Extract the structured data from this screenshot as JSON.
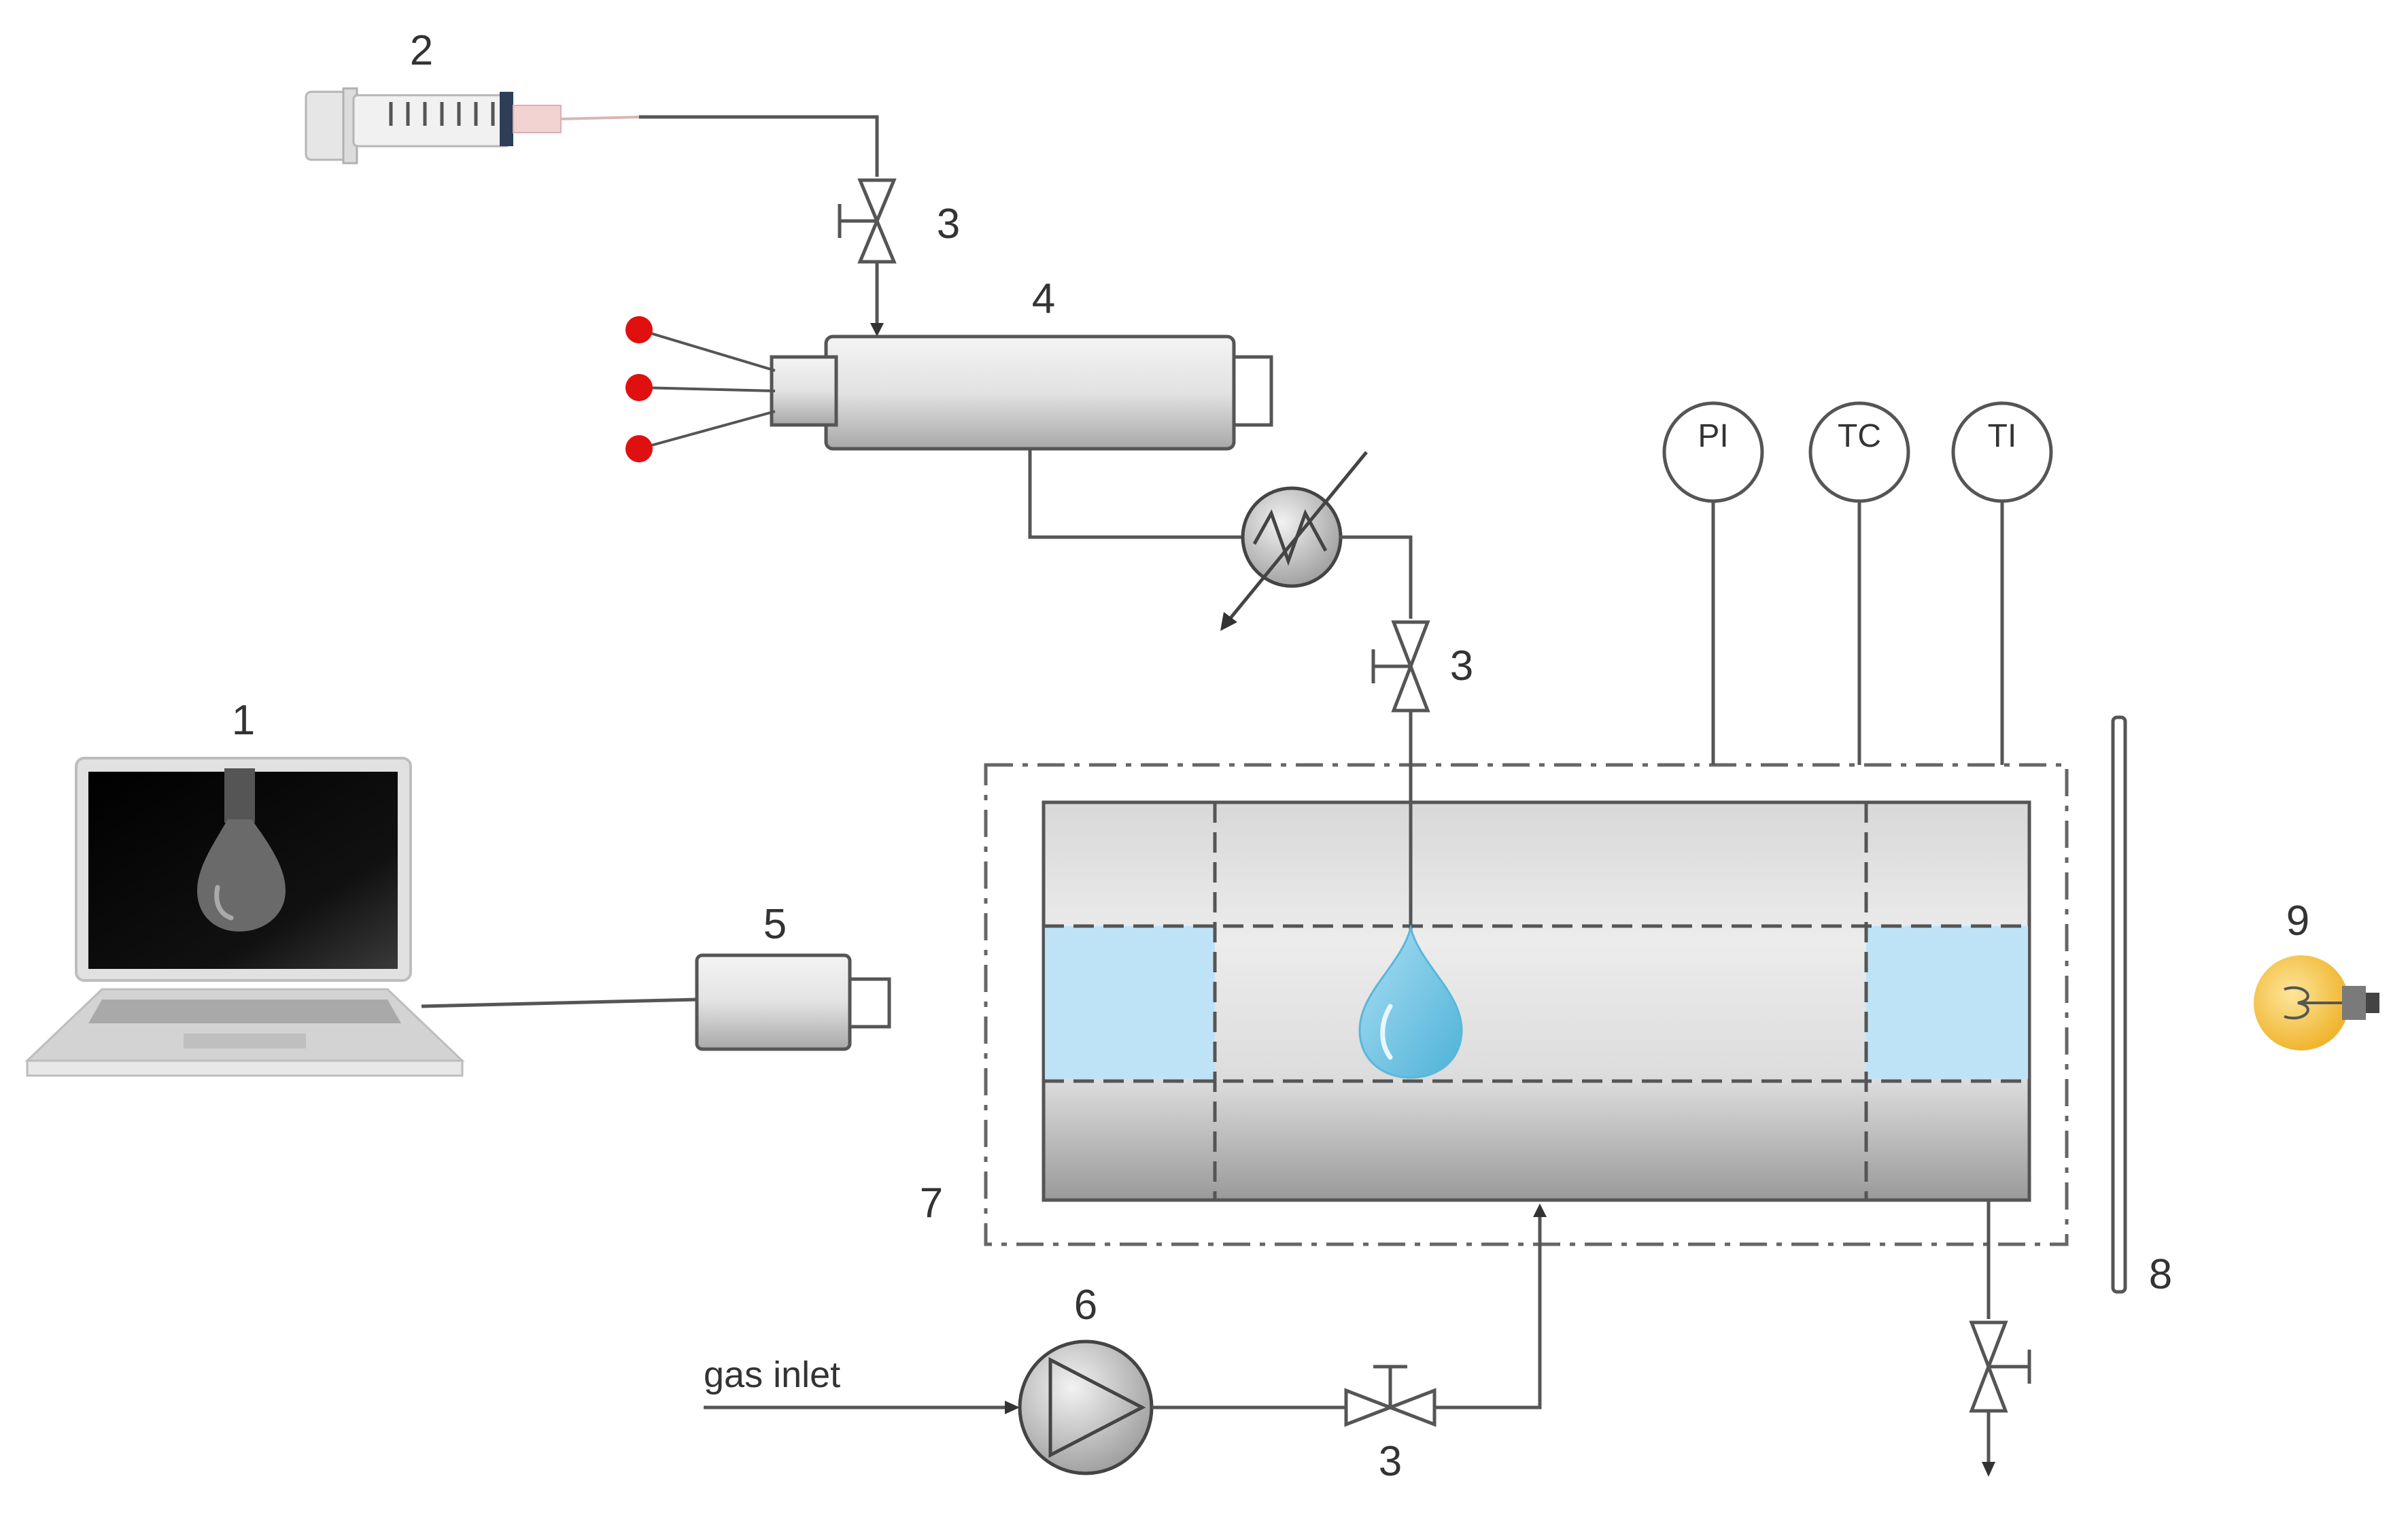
{
  "labels": {
    "laptop": "1",
    "syringe": "2",
    "valve": "3",
    "heater": "4",
    "camera": "5",
    "pump": "6",
    "cell": "7",
    "window": "8",
    "lamp": "9"
  },
  "instruments": {
    "pressure": "PI",
    "temp_control": "TC",
    "temp_indicator": "TI"
  },
  "gas_inlet": "gas inlet",
  "colors": {
    "pipe": "#555555",
    "liquid_window": "#bfe3f6",
    "droplet": "#7cc8e8",
    "electrode": "#e01010",
    "lamp": "#f5c542",
    "screen": "#000000"
  }
}
